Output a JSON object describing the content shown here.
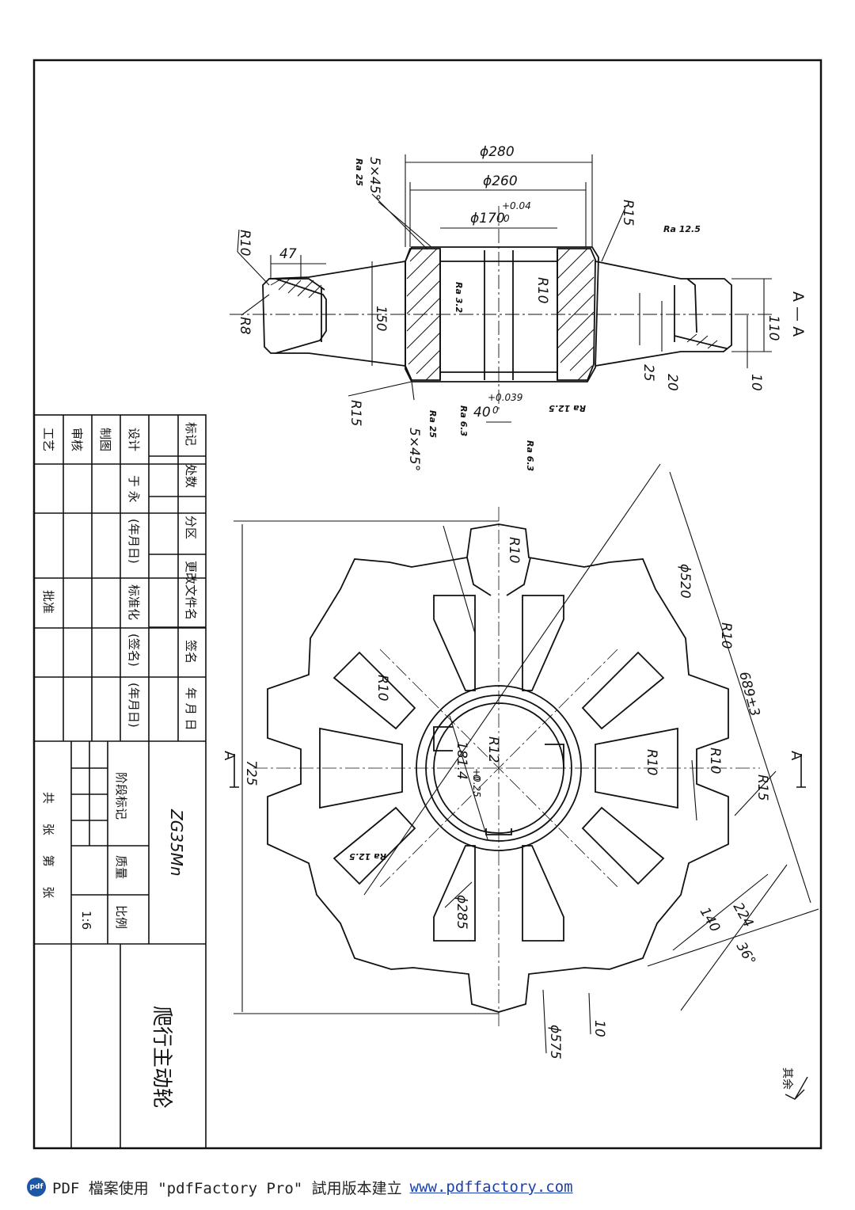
{
  "title_block": {
    "part_name": "爬行主动轮",
    "material": "ZG35Mn",
    "scale_label": "比例",
    "scale": "1:6",
    "mass_label": "质量",
    "stage_label": "阶段标记",
    "sheets": "共 张 第 张",
    "header_cols": [
      "标记",
      "处数",
      "分区",
      "更改文件名",
      "签名",
      "年 月 日"
    ],
    "row_design": [
      "设计",
      "于 永",
      "(年月日)",
      "标准化",
      "(签名)",
      "(年月日)"
    ],
    "roles": [
      "制图",
      "审核",
      "工艺"
    ],
    "approve": "批准"
  },
  "section_label": "A — A",
  "section_marker": "A",
  "surface_note": "其余",
  "dimensions": {
    "d280": "ϕ280",
    "d260": "ϕ260",
    "d170": "ϕ170",
    "d170_tol_up": "+0.04",
    "d170_tol_low": "0",
    "r15_top": "R15",
    "r10_left": "R10",
    "r8": "R8",
    "w47": "47",
    "chamfer_top": "5×45°",
    "chamfer_bot": "5×45°",
    "ra25_top": "Ra 25",
    "ra125_top": "Ra 12.5",
    "ra32": "Ra 3.2",
    "r10_mid": "R10",
    "h150": "150",
    "h110": "110",
    "h25": "25",
    "h20": "20",
    "h10": "10",
    "r15_bot": "R15",
    "ra25_bot": "Ra 25",
    "ra63a": "Ra 6.3",
    "w40": "40",
    "w40_tol_up": "+0.039",
    "w40_tol_low": "0",
    "ra63b": "Ra 6.3",
    "ra125_bot": "Ra 12.5",
    "d520": "ϕ520",
    "r10_rim": "R10",
    "d689": "689±3",
    "r10_top": "R10",
    "r10_web": "R10",
    "r12": "R12",
    "k181": "181.4",
    "k181_tol_up": "+0.25",
    "k181_tol_low": "0",
    "r10_pock": "R10",
    "r10_out": "R10",
    "r15_out": "R15",
    "h725": "725",
    "ra125_hub": "Ra 12.5",
    "d285": "ϕ285",
    "w140": "140",
    "w224": "224",
    "a36": "36°",
    "d575": "ϕ575",
    "w10": "10"
  },
  "footer": {
    "text": "PDF 檔案使用 \"pdfFactory Pro\" 試用版本建立",
    "link": "www.pdffactory.com",
    "logo": "pdf"
  }
}
